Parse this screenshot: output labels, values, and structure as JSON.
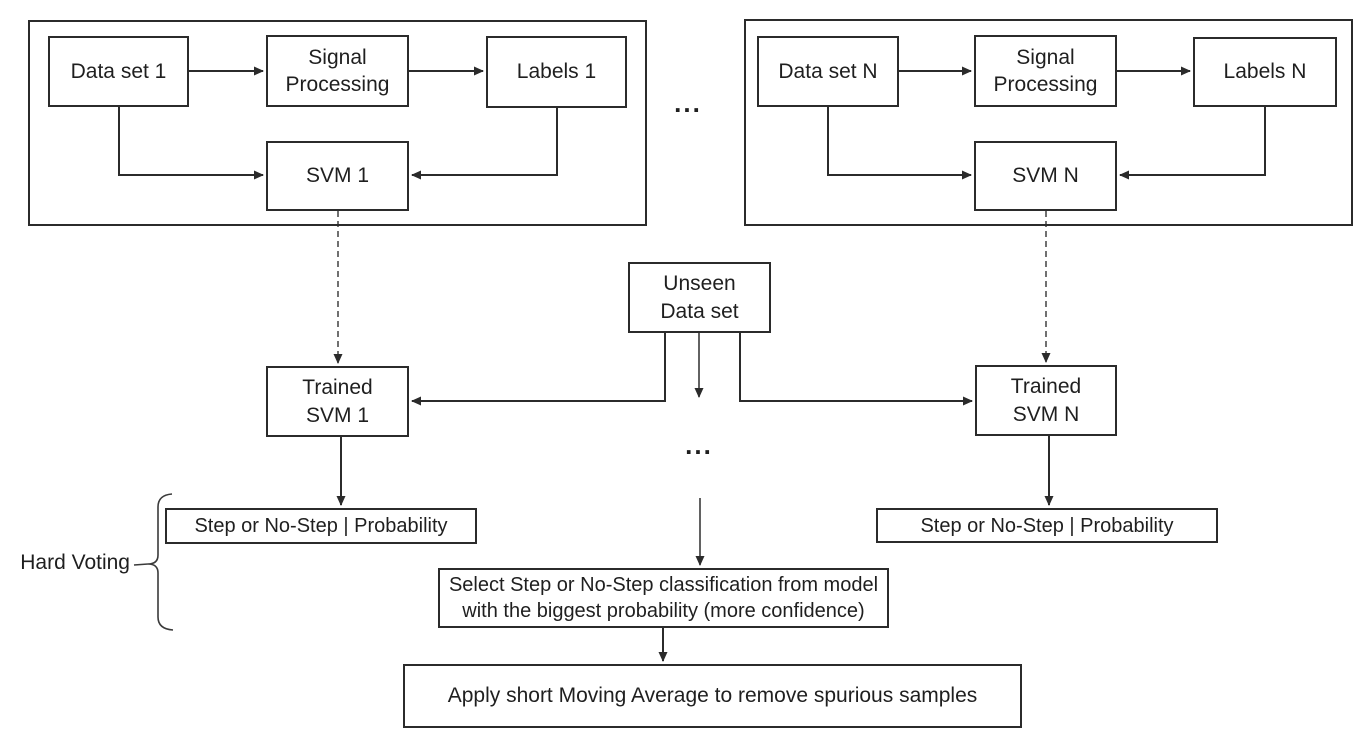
{
  "colors": {
    "line": "#2b2b2b",
    "dashed_line": "#4d4d4d",
    "box_border": "#2b2b2b",
    "text": "#1f1f1f",
    "background": "#ffffff"
  },
  "groups": [
    {
      "dataset": "Data set 1",
      "signal": [
        "Signal",
        "Processing"
      ],
      "labels": "Labels 1",
      "svm": "SVM 1"
    },
    {
      "dataset": "Data set N",
      "signal": [
        "Signal",
        "Processing"
      ],
      "labels": "Labels N",
      "svm": "SVM N"
    }
  ],
  "ellipsis_top": "...",
  "unseen": [
    "Unseen",
    "Data set"
  ],
  "trained": [
    [
      "Trained",
      "SVM 1"
    ],
    [
      "Trained",
      "SVM N"
    ]
  ],
  "outputs": [
    "Step or No-Step | Probability",
    "Step or No-Step | Probability"
  ],
  "hard_voting": "Hard Voting",
  "ellipsis_middle": "...",
  "select_box": [
    "Select Step or No-Step classification from model",
    "with the biggest probability (more confidence)"
  ],
  "moving_average": "Apply short Moving Average to remove spurious samples"
}
